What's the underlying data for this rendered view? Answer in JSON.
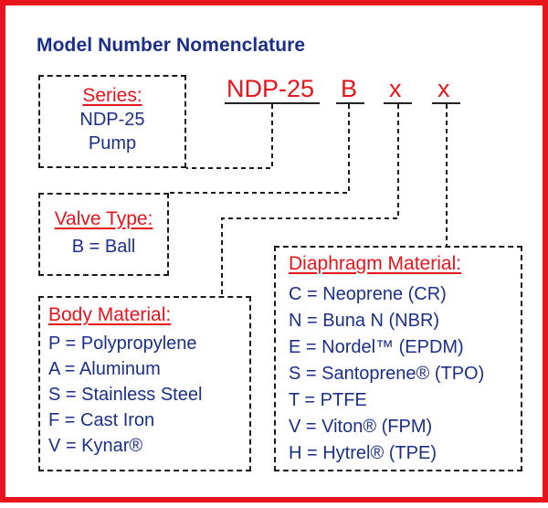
{
  "title": "Model Number Nomenclature",
  "code": {
    "series": "NDP-25",
    "valve": "B",
    "body": "x",
    "diaphragm": "x"
  },
  "series_box": {
    "heading": "Series:",
    "lines": [
      "NDP-25",
      "Pump"
    ]
  },
  "valve_box": {
    "heading": "Valve Type:",
    "lines": [
      "B = Ball"
    ]
  },
  "body_box": {
    "heading": "Body Material:",
    "lines": [
      "P = Polypropylene",
      "A = Aluminum",
      "S = Stainless Steel",
      "F = Cast Iron",
      "V = Kynar®"
    ]
  },
  "diaphragm_box": {
    "heading": "Diaphragm Material:",
    "lines": [
      "C = Neoprene (CR)",
      "N = Buna N (NBR)",
      "E = Nordel™  (EPDM)",
      "S = Santoprene® (TPO)",
      "T = PTFE",
      "V = Viton® (FPM)",
      "H = Hytrel® (TPE)"
    ]
  },
  "colors": {
    "frame": "#e8141b",
    "heading": "#e8141b",
    "text": "#1a2f8a",
    "line": "#1a1a1a"
  }
}
